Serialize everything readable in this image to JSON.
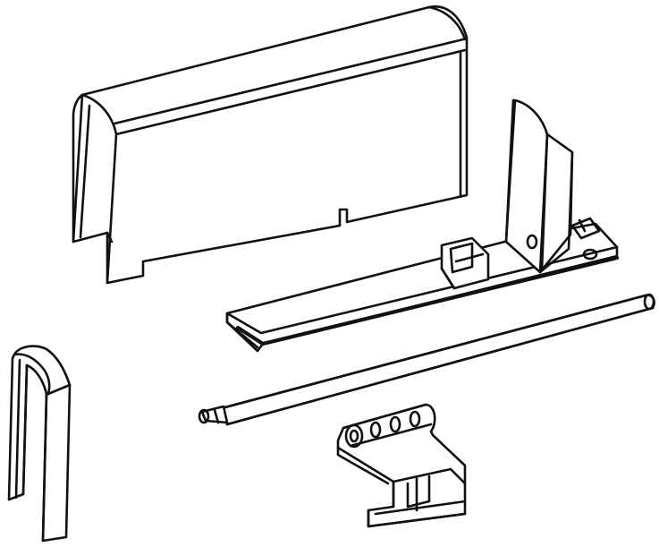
{
  "figure": {
    "kind": "exploded-parts-drawing",
    "line_color": "#111111",
    "background_color": "#ffffff",
    "parts": [
      {
        "id": "cover-panel",
        "icon": "curved-cover-panel"
      },
      {
        "id": "base-plate",
        "icon": "base-plate-with-bracket"
      },
      {
        "id": "hinge-pin",
        "icon": "rod-pin"
      },
      {
        "id": "end-clip",
        "icon": "u-shaped-clip"
      },
      {
        "id": "hinge-bracket",
        "icon": "hinge-bracket-with-holes"
      }
    ]
  }
}
